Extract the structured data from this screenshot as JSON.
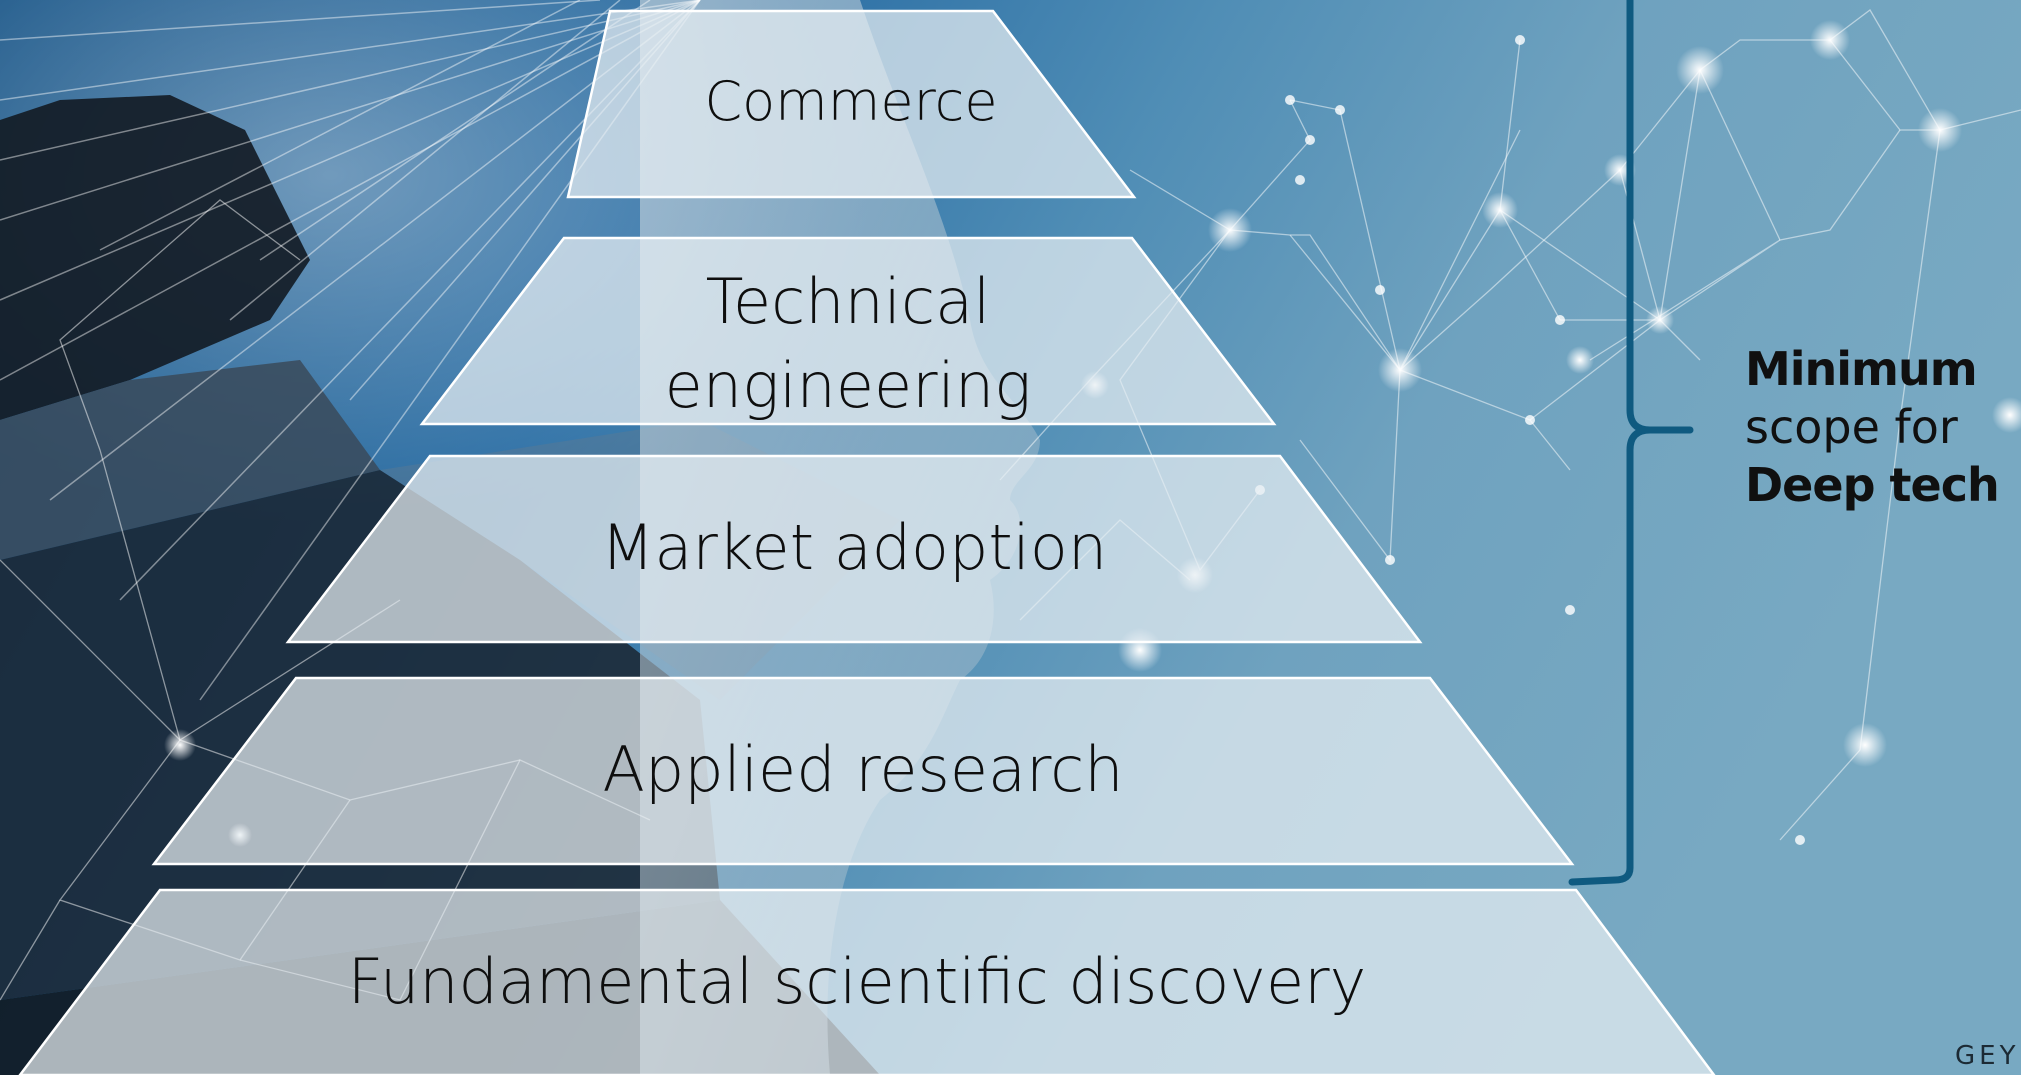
{
  "pyramid": {
    "tiers": [
      {
        "label": "Commerce"
      },
      {
        "label": "Technical\nengineering"
      },
      {
        "label": "Market adoption"
      },
      {
        "label": "Applied research"
      },
      {
        "label": "Fundamental scientific discovery"
      }
    ]
  },
  "bracket": {
    "line1": "Minimum",
    "line2": "scope for",
    "line3": "Deep tech"
  },
  "brand": {
    "text": "GEY"
  },
  "colors": {
    "background": "#6b9eb8",
    "sky_dark": "#1d5d91",
    "tier_fill": "#e8eef2",
    "bracket": "#0f5a80",
    "text": "#0e0e0e"
  }
}
